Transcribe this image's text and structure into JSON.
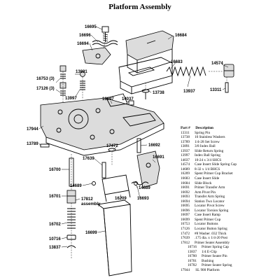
{
  "title": "Platform Assembly",
  "callouts": [
    {
      "id": "c-16695",
      "text": "16695"
    },
    {
      "id": "c-16696",
      "text": "16696"
    },
    {
      "id": "c-16694",
      "text": "16694"
    },
    {
      "id": "c-16684",
      "text": "16684"
    },
    {
      "id": "c-16683",
      "text": "16683"
    },
    {
      "id": "c-14574",
      "text": "14574"
    },
    {
      "id": "c-13891",
      "text": "13891"
    },
    {
      "id": "c-16753",
      "text": "16753 (3)"
    },
    {
      "id": "c-17126",
      "text": "17126 (3)"
    },
    {
      "id": "c-13997",
      "text": "13997"
    },
    {
      "id": "c-13738",
      "text": "13738"
    },
    {
      "id": "c-13937",
      "text": "13937"
    },
    {
      "id": "c-13311",
      "text": "13311"
    },
    {
      "id": "c-14037",
      "text": "14037"
    },
    {
      "id": "c-16697",
      "text": "16697"
    },
    {
      "id": "c-17944",
      "text": "17944"
    },
    {
      "id": "c-13789",
      "text": "13789"
    },
    {
      "id": "c-17472",
      "text": "17472"
    },
    {
      "id": "c-16692",
      "text": "16692"
    },
    {
      "id": "c-17639",
      "text": "17639"
    },
    {
      "id": "c-16691",
      "text": "16691"
    },
    {
      "id": "c-16700",
      "text": "16700"
    },
    {
      "id": "c-14689a",
      "text": "14689"
    },
    {
      "id": "c-14689b",
      "text": "14689"
    },
    {
      "id": "c-16209",
      "text": "16209"
    },
    {
      "id": "c-16693",
      "text": "16693"
    },
    {
      "id": "c-16701",
      "text": "16701"
    },
    {
      "id": "c-17812",
      "text": "17812"
    },
    {
      "id": "c-assembly",
      "text": "assembly"
    },
    {
      "id": "c-16702",
      "text": "16702"
    },
    {
      "id": "c-16699",
      "text": "16699"
    },
    {
      "id": "c-10716",
      "text": "10716"
    },
    {
      "id": "c-13837",
      "text": "13837"
    }
  ],
  "legend": {
    "header_part": "Part #",
    "header_desc": "Description",
    "rows": [
      {
        "part": "13311",
        "desc": "Spring Pin"
      },
      {
        "part": "13738",
        "desc": "10 Stainless Washers"
      },
      {
        "part": "13789",
        "desc": "1/4-28 Set Screw"
      },
      {
        "part": "13891",
        "desc": "3/8 Index Ball"
      },
      {
        "part": "13937",
        "desc": "Slide Return Spring"
      },
      {
        "part": "13997",
        "desc": "Index Ball Spring"
      },
      {
        "part": "14037",
        "desc": "10-24 x 3/4 SHCS"
      },
      {
        "part": "14574",
        "desc": "Case Insert Slide Spring Cap"
      },
      {
        "part": "14689",
        "desc": "8-32 x 1/4 BHCS"
      },
      {
        "part": "16209",
        "desc": "Spent Primer Cup Bracket"
      },
      {
        "part": "16683",
        "desc": "Case Insert Slide"
      },
      {
        "part": "16684",
        "desc": "Slide Block"
      },
      {
        "part": "16691",
        "desc": "Primer Transfer Arm"
      },
      {
        "part": "16692",
        "desc": "Arm Pivot Pin"
      },
      {
        "part": "16693",
        "desc": "Transfer Arm Spring"
      },
      {
        "part": "16694",
        "desc": "Station Two Locator"
      },
      {
        "part": "16695",
        "desc": "Locator Pivot Screw"
      },
      {
        "part": "16696",
        "desc": "Locator Torsion Spring"
      },
      {
        "part": "16697",
        "desc": "Case Insert Ramp"
      },
      {
        "part": "16699",
        "desc": "Spent Primer Cup"
      },
      {
        "part": "16753",
        "desc": "Locator Buttons"
      },
      {
        "part": "17126",
        "desc": "Locator Button Spring"
      },
      {
        "part": "17472",
        "desc": "#8 Washer .032 Thick"
      },
      {
        "part": "17639",
        "desc": ".175 dia. x 1/4-20 Post"
      },
      {
        "part": "17812",
        "desc": "Primer Seater Assembly"
      }
    ],
    "sub_rows": [
      {
        "part": "10716",
        "desc": "Primer Spring Cap"
      },
      {
        "part": "13837",
        "desc": "1/4 E-Clip"
      },
      {
        "part": "16700",
        "desc": "Primer Seater Pin"
      },
      {
        "part": "16701",
        "desc": "Bushing"
      },
      {
        "part": "16702",
        "desc": "Primer Seater Spring"
      }
    ],
    "last_row": {
      "part": "17944",
      "desc": "SL 900 Platform"
    }
  }
}
